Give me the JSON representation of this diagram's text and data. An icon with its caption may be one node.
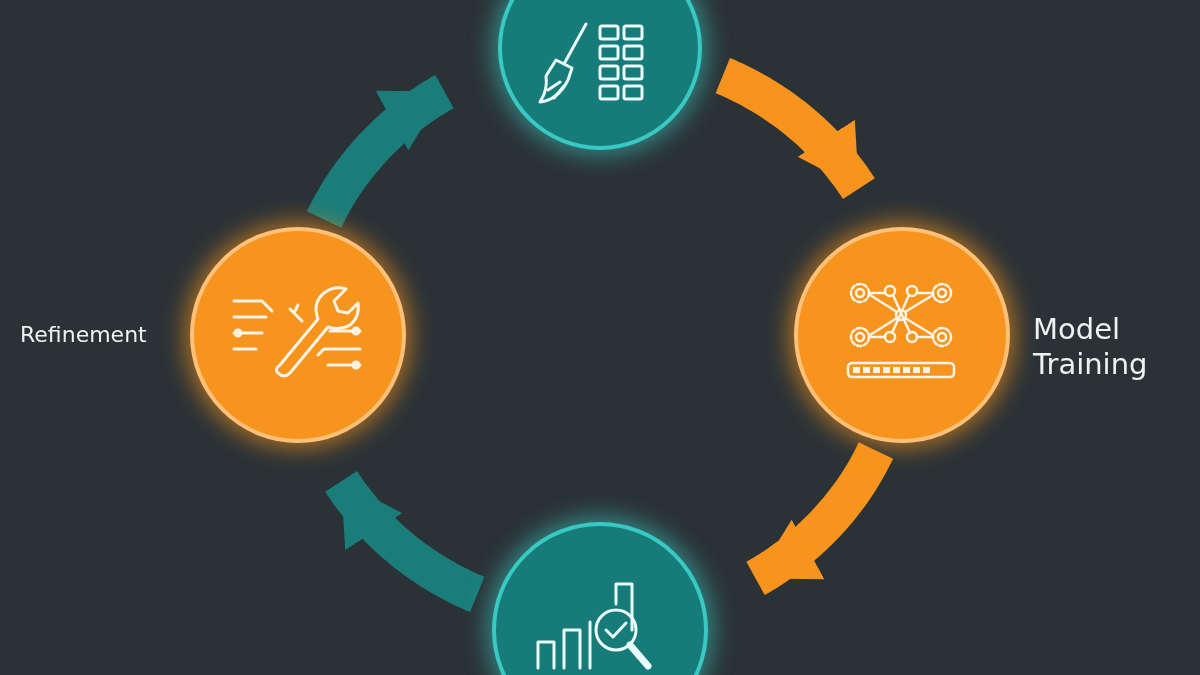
{
  "diagram": {
    "nodes": [
      {
        "text": [],
        "shape": "circle"
      },
      {
        "text": [],
        "shape": "circle",
        "beside": [
          "Model Training"
        ]
      },
      {
        "text": [],
        "shape": "circle"
      },
      {
        "text": [],
        "shape": "circle",
        "beside": [
          "Refinement"
        ]
      }
    ],
    "edges": [
      {
        "from": 0,
        "to": 1,
        "arrow": "to",
        "color": "#f7941d"
      },
      {
        "from": 1,
        "to": 2,
        "arrow": "to",
        "color": "#f7941d"
      },
      {
        "from": 2,
        "to": 3,
        "arrow": "to",
        "color": "#1b7d7a"
      },
      {
        "from": 3,
        "to": 0,
        "arrow": "to",
        "color": "#1b7d7a"
      }
    ]
  }
}
